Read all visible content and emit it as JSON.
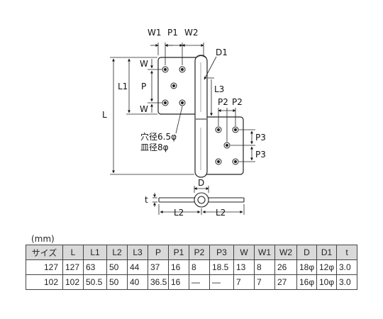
{
  "diagram": {
    "labels": {
      "W1": "W1",
      "P1": "P1",
      "W2": "W2",
      "W": "W",
      "P": "P",
      "L1": "L1",
      "L": "L",
      "D1": "D1",
      "L3": "L3",
      "P2": "P2",
      "P3": "P3",
      "D": "D",
      "L2": "L2",
      "t": "t",
      "hole_note": "穴径6.5φ",
      "counter_note": "皿径8φ"
    }
  },
  "table": {
    "unit": "(mm)",
    "headers": [
      "サイズ",
      "L",
      "L1",
      "L2",
      "L3",
      "P",
      "P1",
      "P2",
      "P3",
      "W",
      "W1",
      "W2",
      "D",
      "D1",
      "t"
    ],
    "rows": [
      [
        "127",
        "127",
        "63",
        "50",
        "44",
        "37",
        "16",
        "8",
        "18.5",
        "13",
        "8",
        "26",
        "18φ",
        "12φ",
        "3.0"
      ],
      [
        "102",
        "102",
        "50.5",
        "50",
        "40",
        "36.5",
        "16",
        "—",
        "—",
        "7",
        "7",
        "27",
        "16φ",
        "10φ",
        "3.0"
      ]
    ]
  }
}
